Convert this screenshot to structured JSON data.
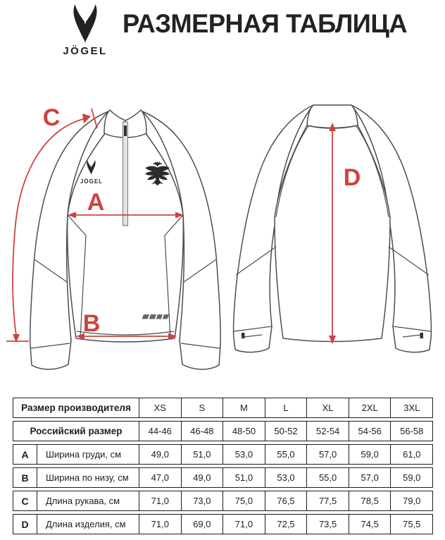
{
  "header": {
    "title": "РАЗМЕРНАЯ ТАБЛИЦА",
    "brand_wordmark": "JÖGEL"
  },
  "diagram": {
    "measure_labels": {
      "a": "A",
      "b": "B",
      "c": "C",
      "d": "D"
    },
    "chest_wordmark": "JÖGEL",
    "icons": {
      "brand": "jogel-tulip-icon",
      "emblem": "russia-double-headed-eagle-icon",
      "hem": "hem-wordmark-icon"
    },
    "accent_color": "#d0423f"
  },
  "table": {
    "manufacturer_row": {
      "label": "Размер производителя",
      "values": [
        "XS",
        "S",
        "M",
        "L",
        "XL",
        "2XL",
        "3XL"
      ]
    },
    "russian_row": {
      "label": "Российский размер",
      "values": [
        "44-46",
        "46-48",
        "48-50",
        "50-52",
        "52-54",
        "54-56",
        "56-58"
      ]
    },
    "measure_rows": [
      {
        "letter": "A",
        "label": "Ширина груди, см",
        "values": [
          "49,0",
          "51,0",
          "53,0",
          "55,0",
          "57,0",
          "59,0",
          "61,0"
        ]
      },
      {
        "letter": "B",
        "label": "Ширина по низу, см",
        "values": [
          "47,0",
          "49,0",
          "51,0",
          "53,0",
          "55,0",
          "57,0",
          "59,0"
        ]
      },
      {
        "letter": "C",
        "label": "Длина рукава, см",
        "values": [
          "71,0",
          "73,0",
          "75,0",
          "76,5",
          "77,5",
          "78,5",
          "79,0"
        ]
      },
      {
        "letter": "D",
        "label": "Длина изделия, см",
        "values": [
          "71,0",
          "69,0",
          "71,0",
          "72,5",
          "73,5",
          "74,5",
          "75,5"
        ]
      }
    ]
  }
}
